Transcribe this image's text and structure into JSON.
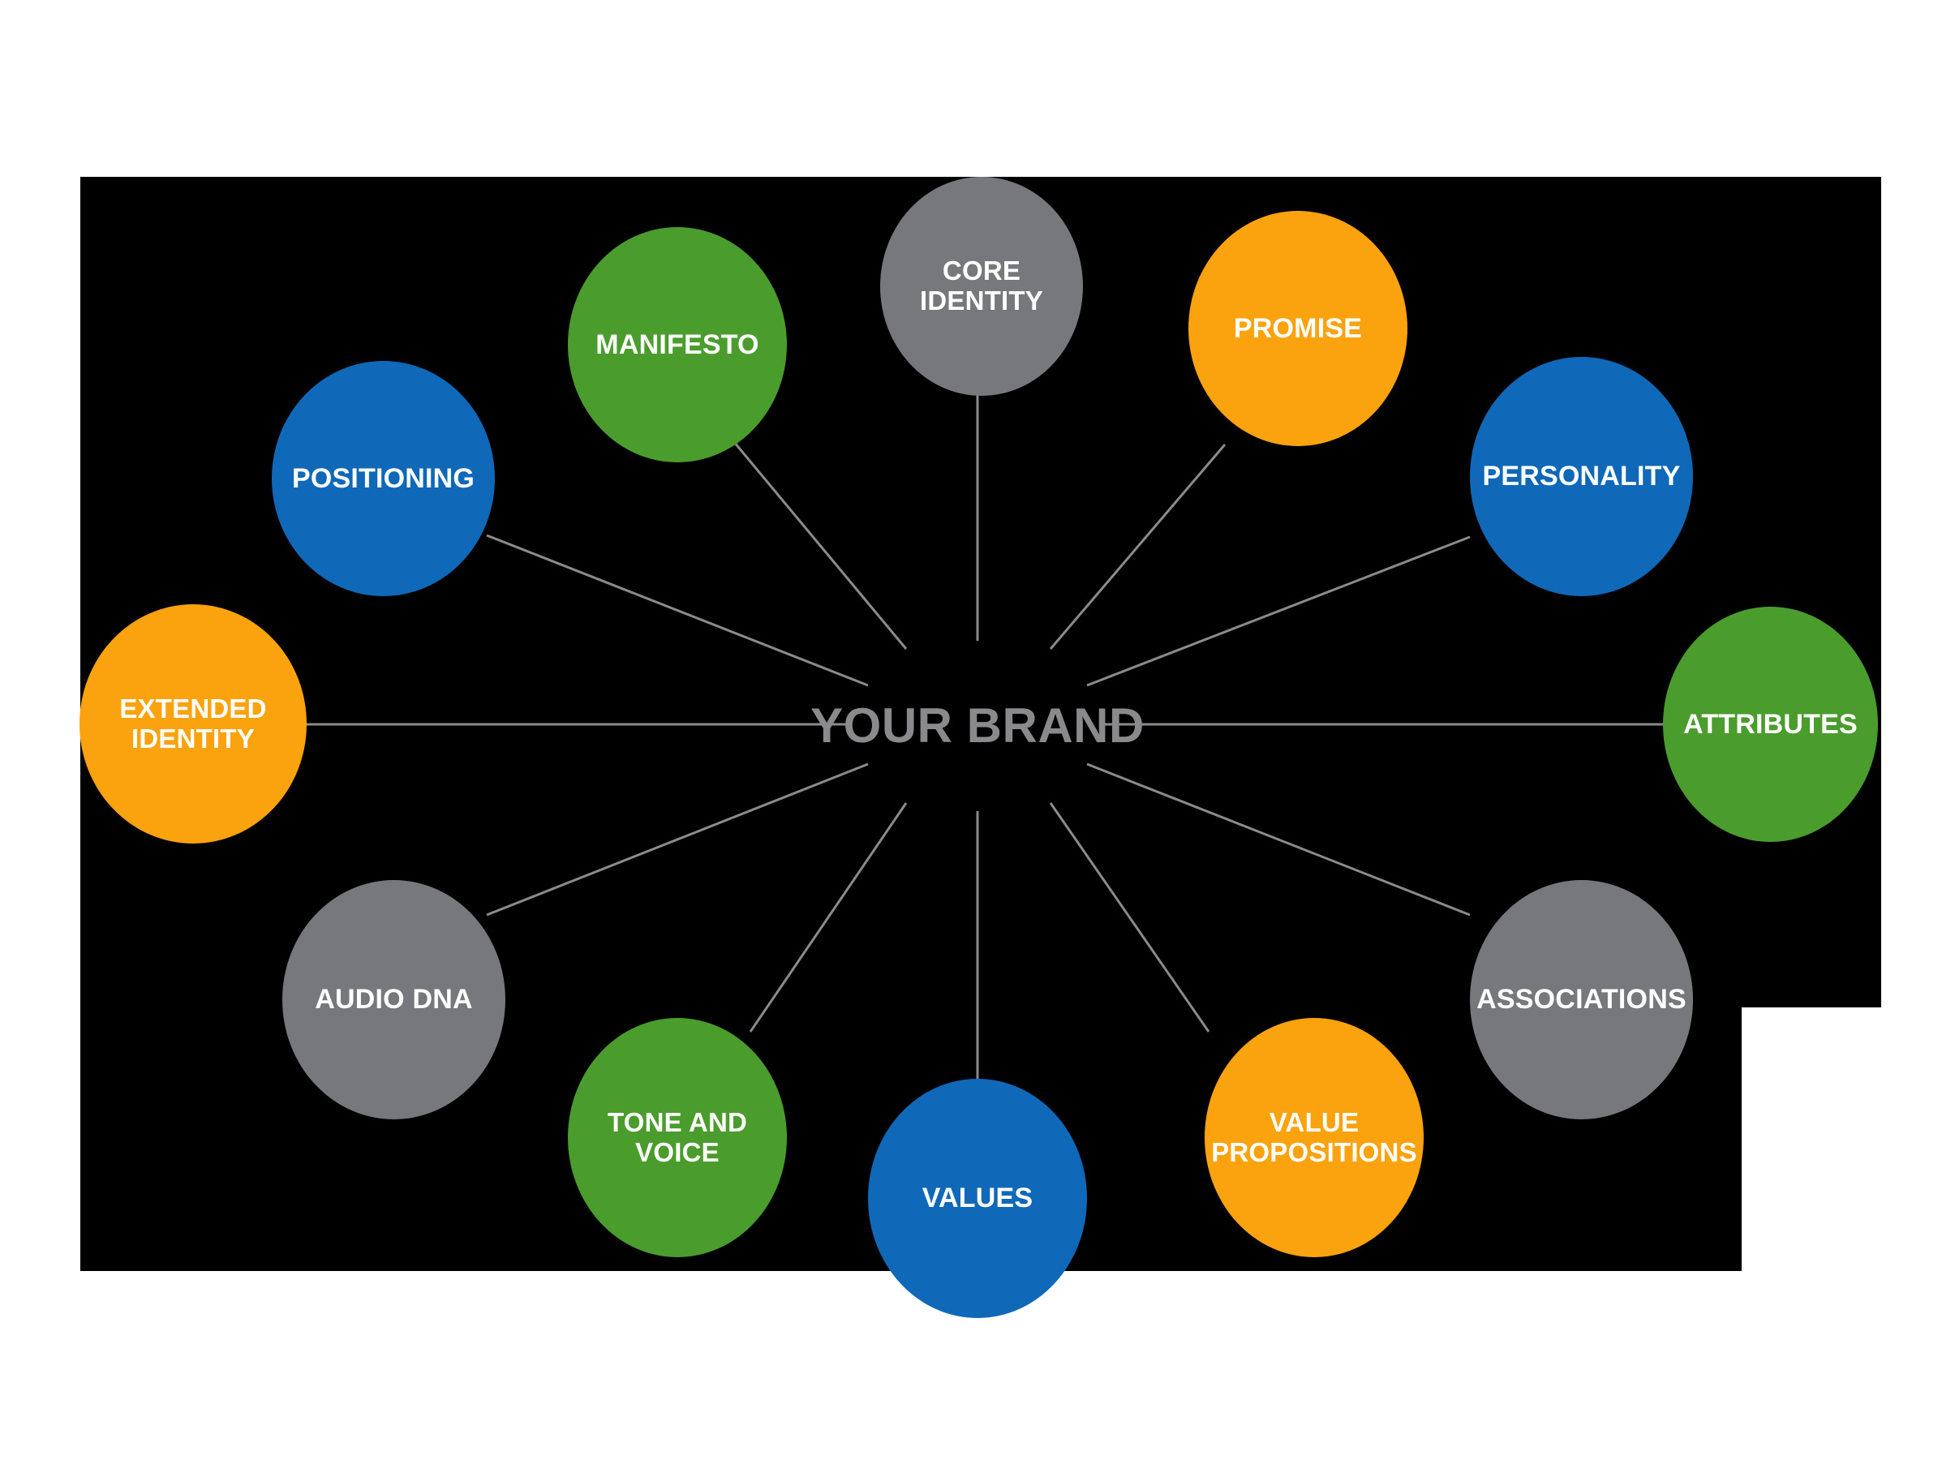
{
  "diagram": {
    "type": "radial-hub-and-spoke",
    "center": {
      "label": "YOUR BRAND",
      "text_color": "#8a8a8d"
    },
    "canvas": {
      "background": "#ffffff",
      "panel_color": "#000000",
      "connector_color": "#8b8b8e"
    },
    "palette": {
      "blue": "#1069b8",
      "green": "#4a9d2d",
      "orange": "#fba20f",
      "gray": "#77787b",
      "white": "#ffffff"
    },
    "nodes": [
      {
        "id": "manifesto",
        "label": "MANIFESTO",
        "color": "green",
        "font_size": 34
      },
      {
        "id": "core-identity",
        "label": "CORE\nIDENTITY",
        "color": "gray",
        "font_size": 33
      },
      {
        "id": "promise",
        "label": "PROMISE",
        "color": "orange",
        "font_size": 34
      },
      {
        "id": "positioning",
        "label": "POSITIONING",
        "color": "blue",
        "font_size": 34
      },
      {
        "id": "personality",
        "label": "PERSONALITY",
        "color": "blue",
        "font_size": 34
      },
      {
        "id": "extended-identity",
        "label": "EXTENDED\nIDENTITY",
        "color": "orange",
        "font_size": 33
      },
      {
        "id": "attributes",
        "label": "ATTRIBUTES",
        "color": "green",
        "font_size": 34
      },
      {
        "id": "audio-dna",
        "label": "AUDIO DNA",
        "color": "gray",
        "font_size": 34
      },
      {
        "id": "associations",
        "label": "ASSOCIATIONS",
        "color": "gray",
        "font_size": 34
      },
      {
        "id": "tone-and-voice",
        "label": "TONE AND\nVOICE",
        "color": "green",
        "font_size": 33
      },
      {
        "id": "value-propositions",
        "label": "VALUE\nPROPOSITIONS",
        "color": "orange",
        "font_size": 33
      },
      {
        "id": "values",
        "label": "VALUES",
        "color": "blue",
        "font_size": 34
      }
    ]
  }
}
